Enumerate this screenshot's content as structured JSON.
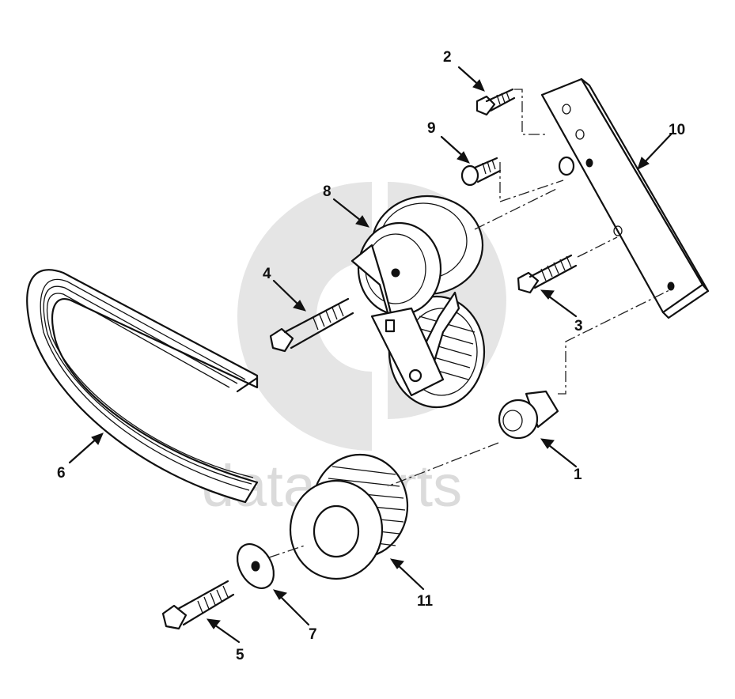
{
  "diagram": {
    "callouts": [
      {
        "id": "1",
        "label": "1"
      },
      {
        "id": "2",
        "label": "2"
      },
      {
        "id": "3",
        "label": "3"
      },
      {
        "id": "4",
        "label": "4"
      },
      {
        "id": "5",
        "label": "5"
      },
      {
        "id": "6",
        "label": "6"
      },
      {
        "id": "7",
        "label": "7"
      },
      {
        "id": "8",
        "label": "8"
      },
      {
        "id": "9",
        "label": "9"
      },
      {
        "id": "10",
        "label": "10"
      },
      {
        "id": "11",
        "label": "11"
      }
    ]
  },
  "watermark": {
    "text": "data parts",
    "color": "#cfcfcf"
  },
  "colors": {
    "ink": "#111111",
    "background": "#ffffff"
  }
}
